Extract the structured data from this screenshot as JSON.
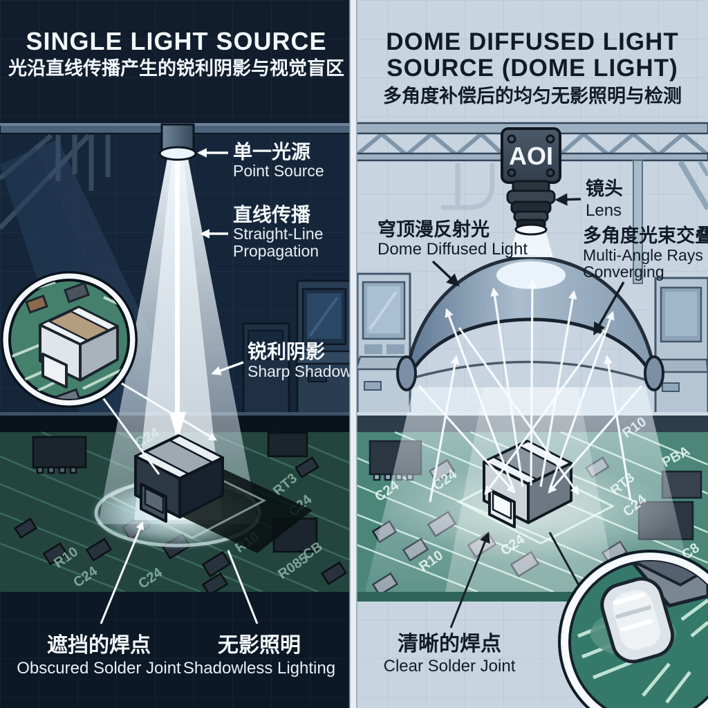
{
  "left": {
    "title": "SINGLE LIGHT SOURCE",
    "subtitle": "光沿直线传播产生的锐利阴影与视觉盲区",
    "point_source_zh": "单一光源",
    "point_source_en": "Point Source",
    "straight_zh": "直线传播",
    "straight_en1": "Straight-Line",
    "straight_en2": "Propagation",
    "shadow_zh": "锐利阴影",
    "shadow_en": "Sharp Shadow",
    "obscured_zh": "遮挡的焊点",
    "obscured_en": "Obscured Solder Joint",
    "shadowless_zh": "无影照明",
    "shadowless_en": "Shadowless Lighting",
    "silk": [
      "C24",
      "R10",
      "C24",
      "RT3",
      "C24",
      "R10",
      "CB",
      "R085",
      "C24"
    ]
  },
  "right": {
    "title1": "DOME DIFFUSED LIGHT",
    "title2": "SOURCE (DOME LIGHT)",
    "subtitle": "多角度补偿后的均匀无影照明与检测",
    "camera_label": "AOI",
    "lens_zh": "镜头",
    "lens_en": "Lens",
    "dome_zh": "穹顶漫反射光",
    "dome_en": "Dome Diffused Light",
    "multi_zh": "多角度光束交叠",
    "multi_en1": "Multi-Angle Rays",
    "multi_en2": "Converging",
    "clear_zh": "清晰的焊点",
    "clear_en": "Clear Solder Joint",
    "silk": [
      "C24",
      "C24",
      "R10",
      "RT3",
      "C24",
      "R10",
      "PBA",
      "C24",
      "C8"
    ]
  },
  "colors": {
    "left_bg": "#16263a",
    "right_bg": "#c8d5e1",
    "pcb_dark": "#24453e",
    "pcb_light": "#4b8679",
    "beam": "#eef7ff",
    "ink": "#111b26"
  }
}
